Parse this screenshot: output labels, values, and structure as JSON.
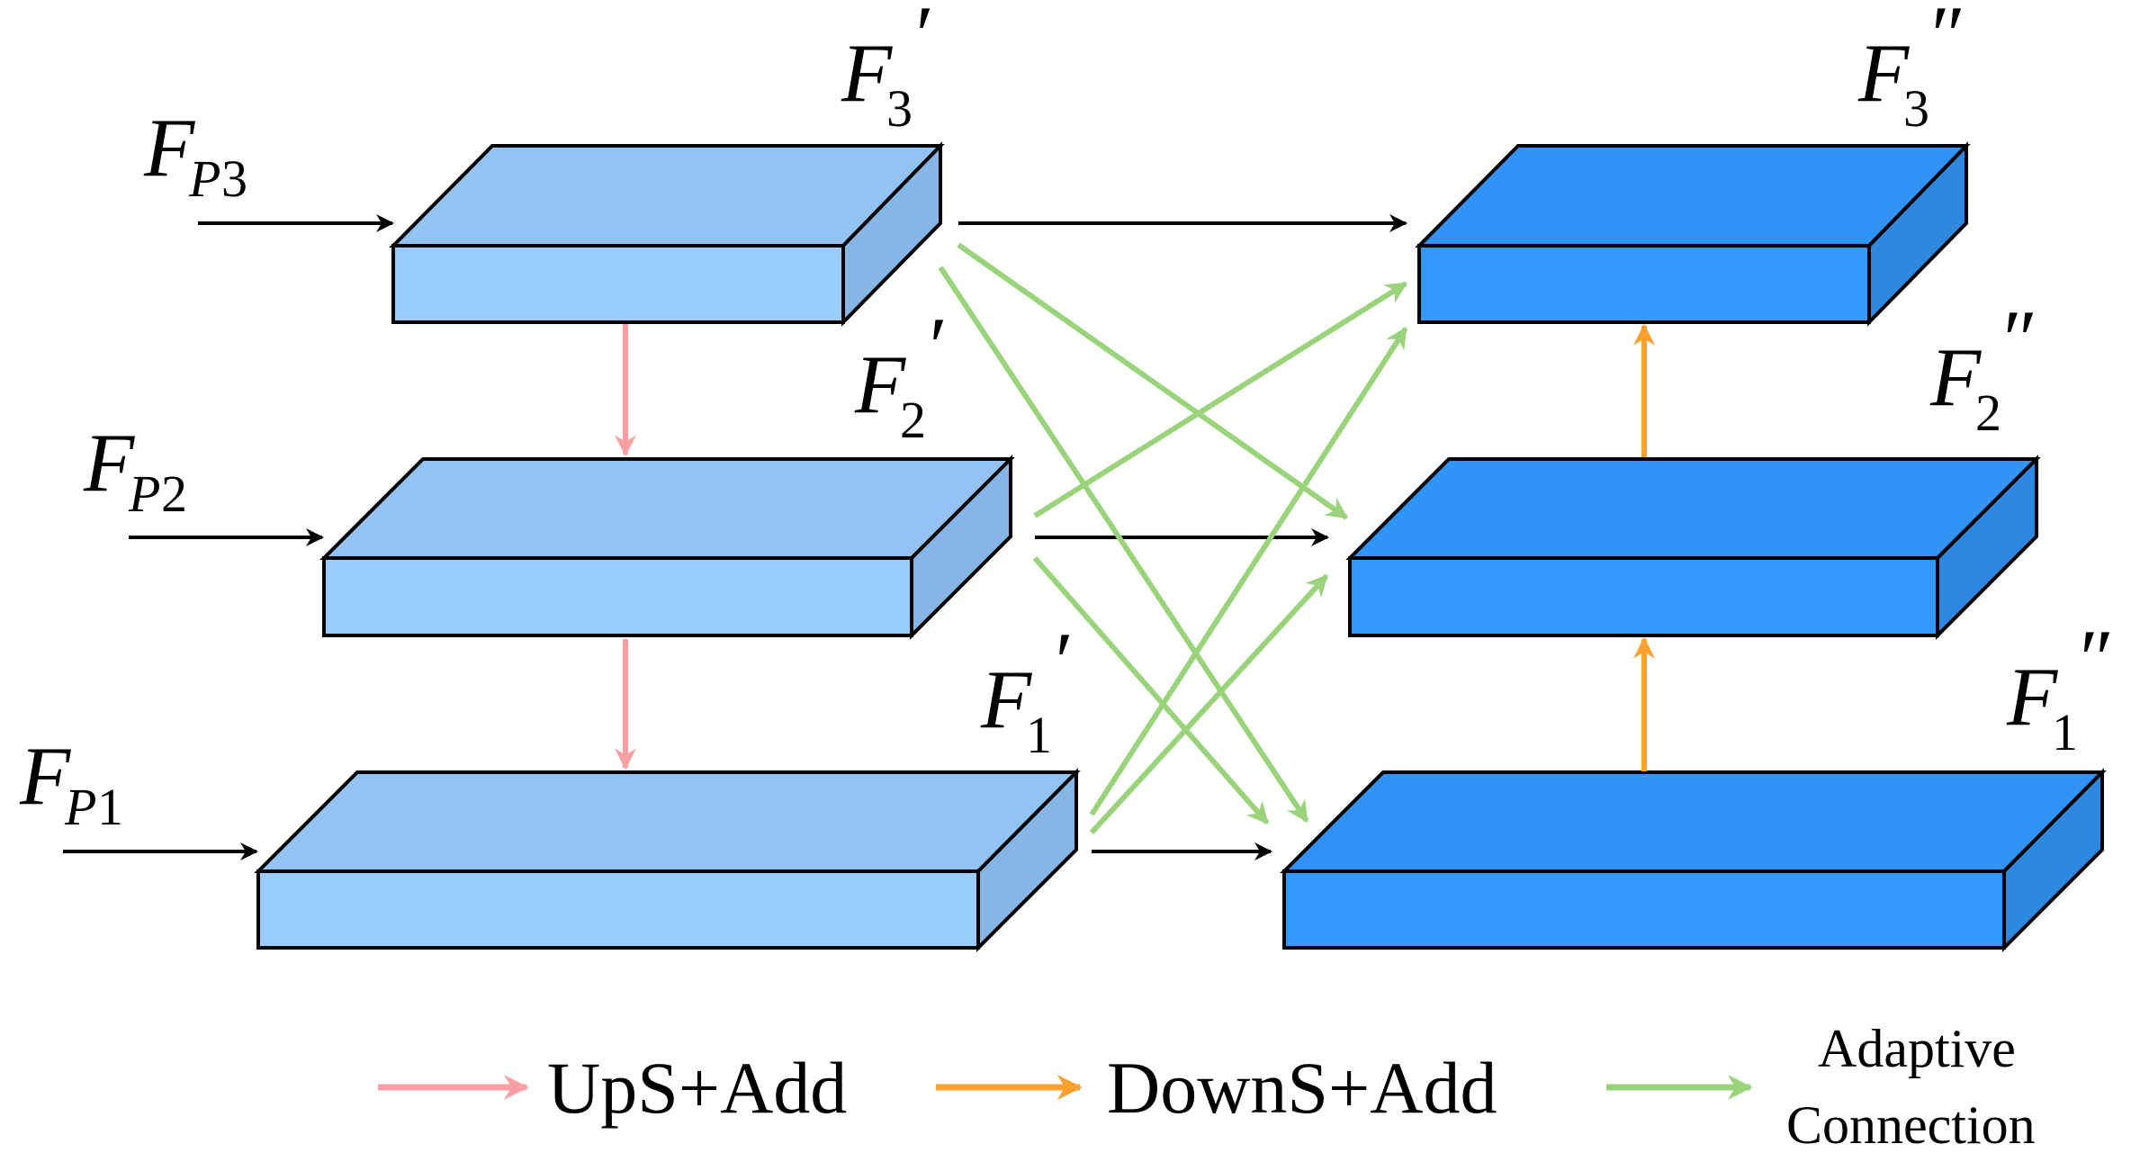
{
  "colors": {
    "input_front": "#99ccff",
    "input_top": "#93c3f2",
    "input_side": "#86b6e6",
    "output_front": "#3399ff",
    "output_top": "#3193f5",
    "output_side": "#2e88e0",
    "ups_arrow": "#f9a0a4",
    "downs_arrow": "#f9a02e",
    "adaptive_arrow": "#99d37a",
    "plain_arrow": "#000000"
  },
  "inputs": [
    {
      "main": "F",
      "sub": "P",
      "num": "3"
    },
    {
      "main": "F",
      "sub": "P",
      "num": "2"
    },
    {
      "main": "F",
      "sub": "P",
      "num": "1"
    }
  ],
  "fused": [
    {
      "main": "F",
      "sub": "3",
      "prime": "′"
    },
    {
      "main": "F",
      "sub": "2",
      "prime": "′"
    },
    {
      "main": "F",
      "sub": "1",
      "prime": "′"
    }
  ],
  "outputs": [
    {
      "main": "F",
      "sub": "3",
      "prime": "″"
    },
    {
      "main": "F",
      "sub": "2",
      "prime": "″"
    },
    {
      "main": "F",
      "sub": "1",
      "prime": "″"
    }
  ],
  "legend": {
    "ups": "UpS+Add",
    "downs": "DownS+Add",
    "adaptive_line1": "Adaptive",
    "adaptive_line2": "Connection"
  }
}
